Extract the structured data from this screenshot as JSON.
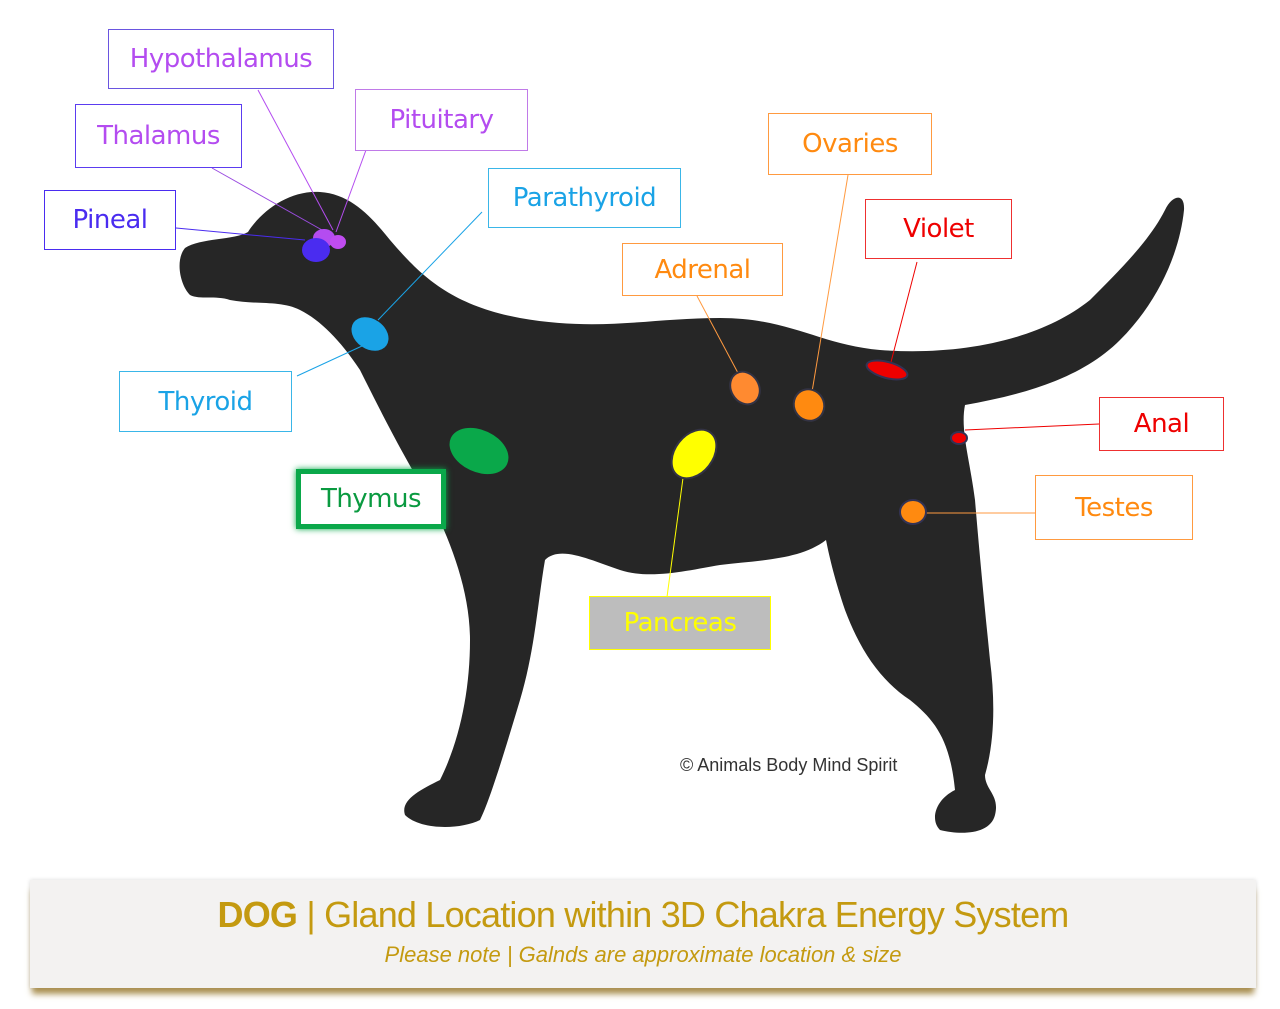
{
  "title": {
    "animal": "DOG",
    "separator": "|",
    "text": "Gland Location within 3D Chakra Energy System",
    "note": "Please note | Galnds are approximate location & size"
  },
  "copyright": "© Animals Body Mind Spirit",
  "colors": {
    "silhouette": "#262626",
    "banner_text": "#c49a10",
    "purple": "#b44cf0",
    "blue_violet": "#5b3cf0",
    "cyan": "#1aa3e6",
    "green": "#0aa84a",
    "yellow": "#ffff00",
    "orange": "#ff8a10",
    "red": "#ee0000"
  },
  "glands": [
    {
      "id": "hypothalamus",
      "label": "Hypothalamus",
      "color": "#b44cf0",
      "border": "#6a55e0"
    },
    {
      "id": "thalamus",
      "label": "Thalamus",
      "color": "#b44cf0",
      "border": "#5b3cf0"
    },
    {
      "id": "pituitary",
      "label": "Pituitary",
      "color": "#b44cf0",
      "border": "#c07ae8"
    },
    {
      "id": "pineal",
      "label": "Pineal",
      "color": "#4a2cf0",
      "border": "#4a2cf0"
    },
    {
      "id": "parathyroid",
      "label": "Parathyroid",
      "color": "#1aa3e6",
      "border": "#3ab6e8"
    },
    {
      "id": "thyroid",
      "label": "Thyroid",
      "color": "#1aa3e6",
      "border": "#3ab6e8"
    },
    {
      "id": "thymus",
      "label": "Thymus",
      "color": "#0a9a40",
      "border": "#0aa84a"
    },
    {
      "id": "adrenal",
      "label": "Adrenal",
      "color": "#ff8a10",
      "border": "#ff9a40"
    },
    {
      "id": "ovaries",
      "label": "Ovaries",
      "color": "#ff8a10",
      "border": "#ff9a40"
    },
    {
      "id": "violet",
      "label": "Violet",
      "color": "#ee0000",
      "border": "#ee3030"
    },
    {
      "id": "anal",
      "label": "Anal",
      "color": "#ee0000",
      "border": "#ee3030"
    },
    {
      "id": "testes",
      "label": "Testes",
      "color": "#ff8a10",
      "border": "#ff9a40"
    },
    {
      "id": "pancreas",
      "label": "Pancreas",
      "color": "#ffff00",
      "border": "#ffff00"
    }
  ]
}
